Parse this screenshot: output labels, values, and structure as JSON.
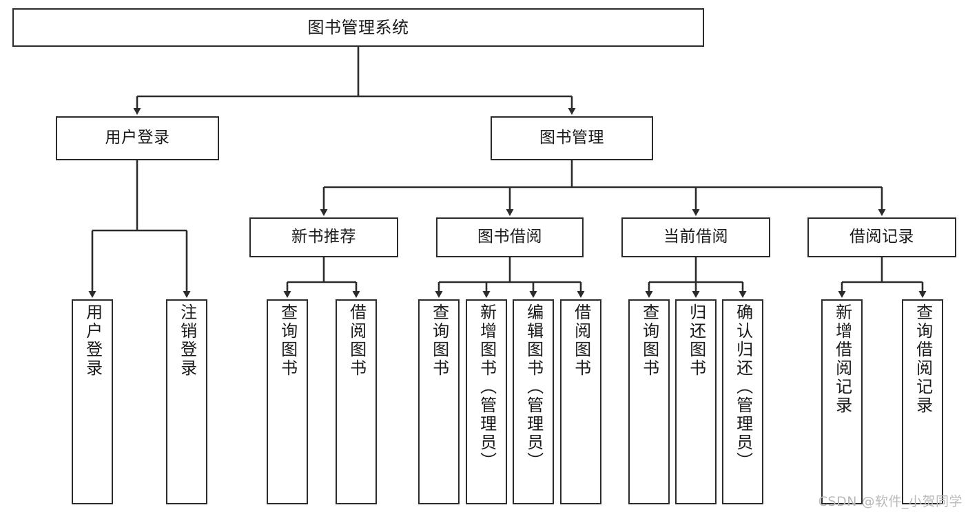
{
  "diagram": {
    "title": "图书管理系统",
    "watermark": "CSDN @软件_小贺同学",
    "colors": {
      "stroke": "#2b2b2b",
      "fill": "#ffffff",
      "text": "#1a1a1a",
      "watermark": "#b9b9b9"
    },
    "nodes": {
      "root": {
        "label": "图书管理系统"
      },
      "level2": [
        {
          "id": "user-login",
          "label": "用户登录"
        },
        {
          "id": "book-management",
          "label": "图书管理"
        }
      ],
      "level3": [
        {
          "id": "new-book-recommend",
          "label": "新书推荐"
        },
        {
          "id": "book-borrow",
          "label": "图书借阅"
        },
        {
          "id": "current-borrow",
          "label": "当前借阅"
        },
        {
          "id": "borrow-record",
          "label": "借阅记录"
        }
      ],
      "leaves": {
        "user_login": [
          {
            "id": "leaf-user-login",
            "label": "用户登录"
          },
          {
            "id": "leaf-logout-login",
            "label": "注销登录"
          }
        ],
        "new_book_recommend": [
          {
            "id": "leaf-query-book-1",
            "label": "查询图书"
          },
          {
            "id": "leaf-borrow-book-1",
            "label": "借阅图书"
          }
        ],
        "book_borrow": [
          {
            "id": "leaf-query-book-2",
            "label": "查询图书"
          },
          {
            "id": "leaf-add-book",
            "label": "新增图书（管理员）"
          },
          {
            "id": "leaf-edit-book",
            "label": "编辑图书（管理员）"
          },
          {
            "id": "leaf-borrow-book-2",
            "label": "借阅图书"
          }
        ],
        "current_borrow": [
          {
            "id": "leaf-query-book-3",
            "label": "查询图书"
          },
          {
            "id": "leaf-return-book",
            "label": "归还图书"
          },
          {
            "id": "leaf-confirm-return",
            "label": "确认归还（管理员）"
          }
        ],
        "borrow_record": [
          {
            "id": "leaf-add-borrow-record",
            "label": "新增借阅记录"
          },
          {
            "id": "leaf-query-borrow-record",
            "label": "查询借阅记录"
          }
        ]
      }
    }
  }
}
